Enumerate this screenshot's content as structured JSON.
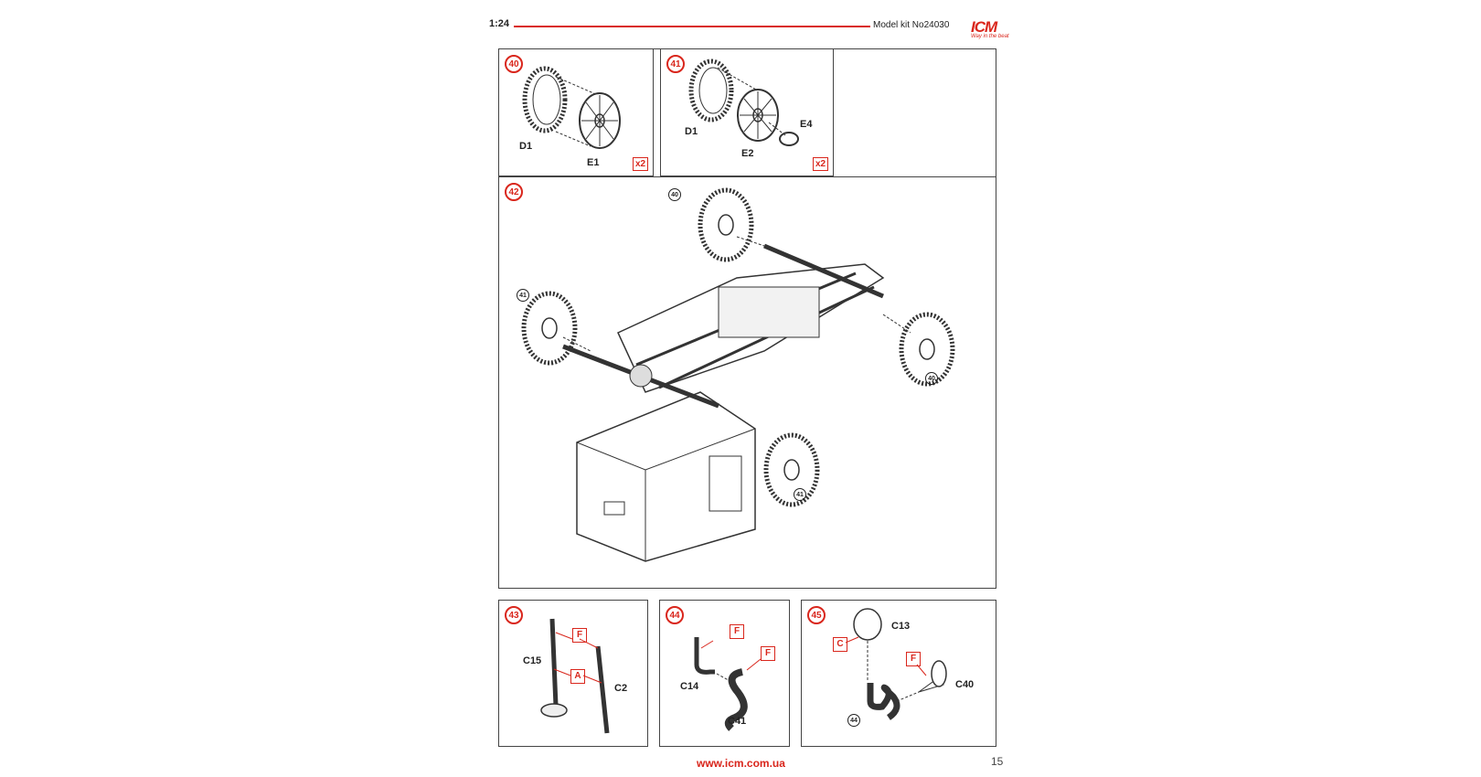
{
  "header": {
    "scale": "1:24",
    "model_kit": "Model kit No24030",
    "logo_text": "ICM",
    "logo_tagline": "Way in the beat"
  },
  "steps": {
    "s40": {
      "num": "40",
      "parts": [
        "D1",
        "E1"
      ],
      "qty": "x2"
    },
    "s41": {
      "num": "41",
      "parts": [
        "D1",
        "E2",
        "E4"
      ],
      "qty": "x2"
    },
    "s42": {
      "num": "42",
      "refs": [
        "40",
        "41",
        "40",
        "41"
      ]
    },
    "s43": {
      "num": "43",
      "parts": [
        "C15",
        "C2"
      ],
      "colors": [
        "F",
        "A"
      ]
    },
    "s44": {
      "num": "44",
      "parts": [
        "C14",
        "C41"
      ],
      "colors": [
        "F",
        "F"
      ]
    },
    "s45": {
      "num": "45",
      "parts": [
        "C13",
        "C40"
      ],
      "colors": [
        "C",
        "F"
      ],
      "ref": "44"
    }
  },
  "footer": {
    "website": "www.icm.com.ua",
    "page": "15"
  },
  "colors": {
    "accent": "#d9261c",
    "line": "#444444"
  }
}
